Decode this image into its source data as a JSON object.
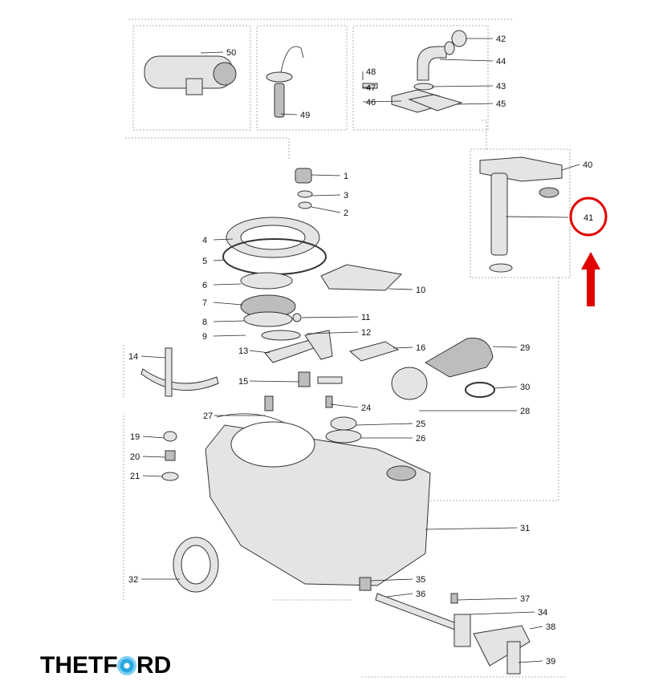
{
  "brand": {
    "name": "THETFORD",
    "accent": "#29a8e0"
  },
  "highlight": {
    "part": "41",
    "color": "#e00000"
  },
  "parts": [
    "50",
    "48",
    "47",
    "46",
    "42",
    "44",
    "43",
    "45",
    "49",
    "40",
    "41",
    "1",
    "3",
    "2",
    "4",
    "5",
    "10",
    "6",
    "7",
    "11",
    "8",
    "9",
    "12",
    "13",
    "16",
    "29",
    "14",
    "15",
    "30",
    "24",
    "28",
    "27",
    "25",
    "26",
    "19",
    "20",
    "21",
    "31",
    "32",
    "35",
    "36",
    "37",
    "34",
    "38",
    "39"
  ]
}
